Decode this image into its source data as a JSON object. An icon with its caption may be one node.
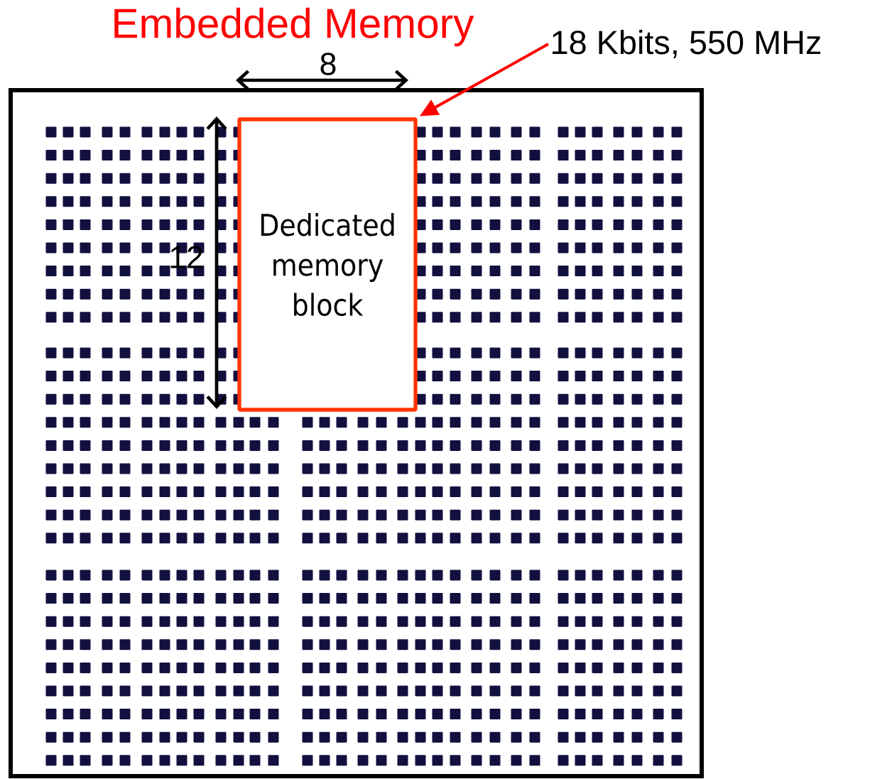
{
  "diagram": {
    "title": "Embedded Memory",
    "nodes": [
      {
        "text": [],
        "shape": "box"
      },
      {
        "text": [
          "Dedicated memory block"
        ],
        "in": 0
      },
      {
        "text": [
          "18 Kbits, 550 MHz"
        ]
      }
    ],
    "edges": [
      {
        "from": 2,
        "to": 1,
        "arrow": "to",
        "color": "#ff0000"
      }
    ],
    "labels": [
      "8",
      "12"
    ]
  }
}
